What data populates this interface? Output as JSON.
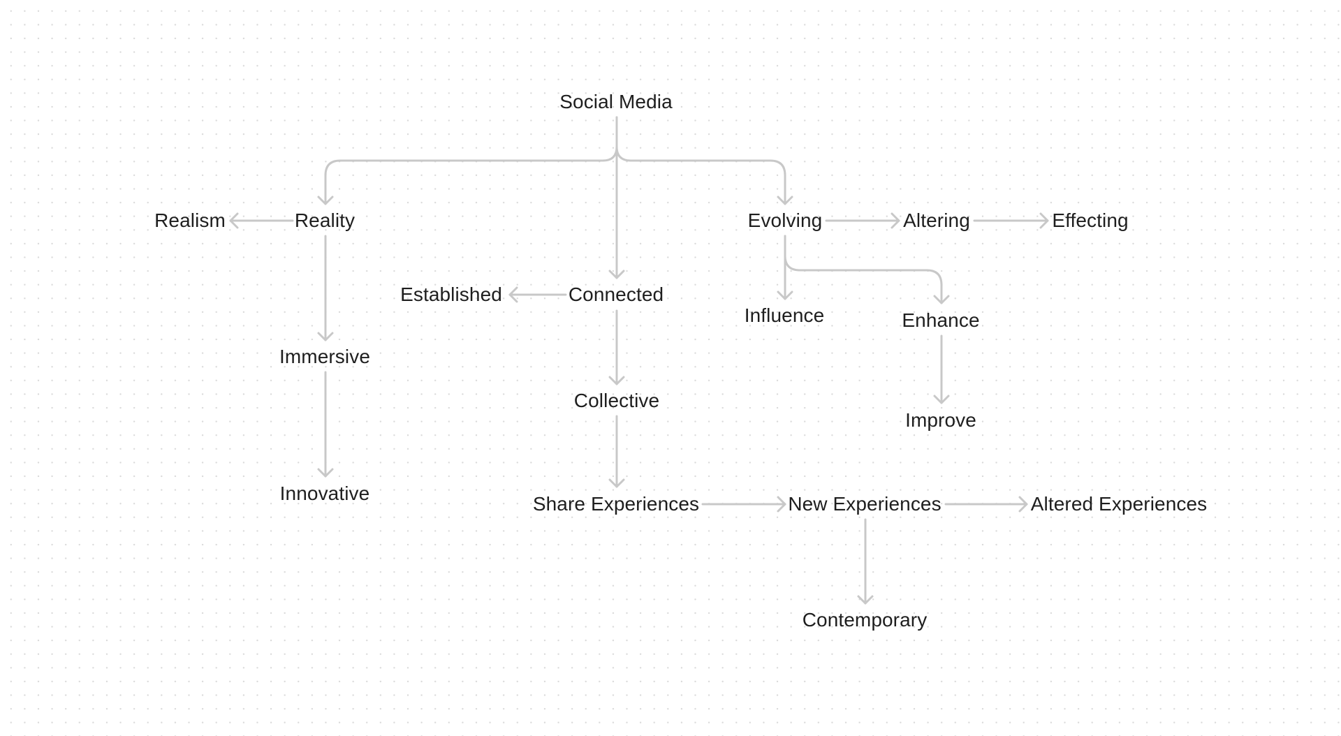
{
  "diagram": {
    "nodes": [
      {
        "id": "social-media",
        "label": "Social Media"
      },
      {
        "id": "reality",
        "label": "Reality"
      },
      {
        "id": "realism",
        "label": "Realism"
      },
      {
        "id": "immersive",
        "label": "Immersive"
      },
      {
        "id": "innovative",
        "label": "Innovative"
      },
      {
        "id": "connected",
        "label": "Connected"
      },
      {
        "id": "established",
        "label": "Established"
      },
      {
        "id": "collective",
        "label": "Collective"
      },
      {
        "id": "share-experiences",
        "label": "Share Experiences"
      },
      {
        "id": "new-experiences",
        "label": "New Experiences"
      },
      {
        "id": "altered-experiences",
        "label": "Altered Experiences"
      },
      {
        "id": "contemporary",
        "label": "Contemporary"
      },
      {
        "id": "evolving",
        "label": "Evolving"
      },
      {
        "id": "altering",
        "label": "Altering"
      },
      {
        "id": "effecting",
        "label": "Effecting"
      },
      {
        "id": "influence",
        "label": "Influence"
      },
      {
        "id": "enhance",
        "label": "Enhance"
      },
      {
        "id": "improve",
        "label": "Improve"
      }
    ],
    "edges": [
      {
        "from": "social-media",
        "to": "reality"
      },
      {
        "from": "social-media",
        "to": "connected"
      },
      {
        "from": "social-media",
        "to": "evolving"
      },
      {
        "from": "reality",
        "to": "realism"
      },
      {
        "from": "reality",
        "to": "immersive"
      },
      {
        "from": "immersive",
        "to": "innovative"
      },
      {
        "from": "connected",
        "to": "established"
      },
      {
        "from": "connected",
        "to": "collective"
      },
      {
        "from": "collective",
        "to": "share-experiences"
      },
      {
        "from": "share-experiences",
        "to": "new-experiences"
      },
      {
        "from": "new-experiences",
        "to": "altered-experiences"
      },
      {
        "from": "new-experiences",
        "to": "contemporary"
      },
      {
        "from": "evolving",
        "to": "altering"
      },
      {
        "from": "altering",
        "to": "effecting"
      },
      {
        "from": "evolving",
        "to": "influence"
      },
      {
        "from": "evolving",
        "to": "enhance"
      },
      {
        "from": "enhance",
        "to": "improve"
      }
    ],
    "colors": {
      "edge": "#c8c8c8",
      "text": "#1e1e1e",
      "background": "#ffffff",
      "grid_dot": "#d9d9d9"
    }
  }
}
